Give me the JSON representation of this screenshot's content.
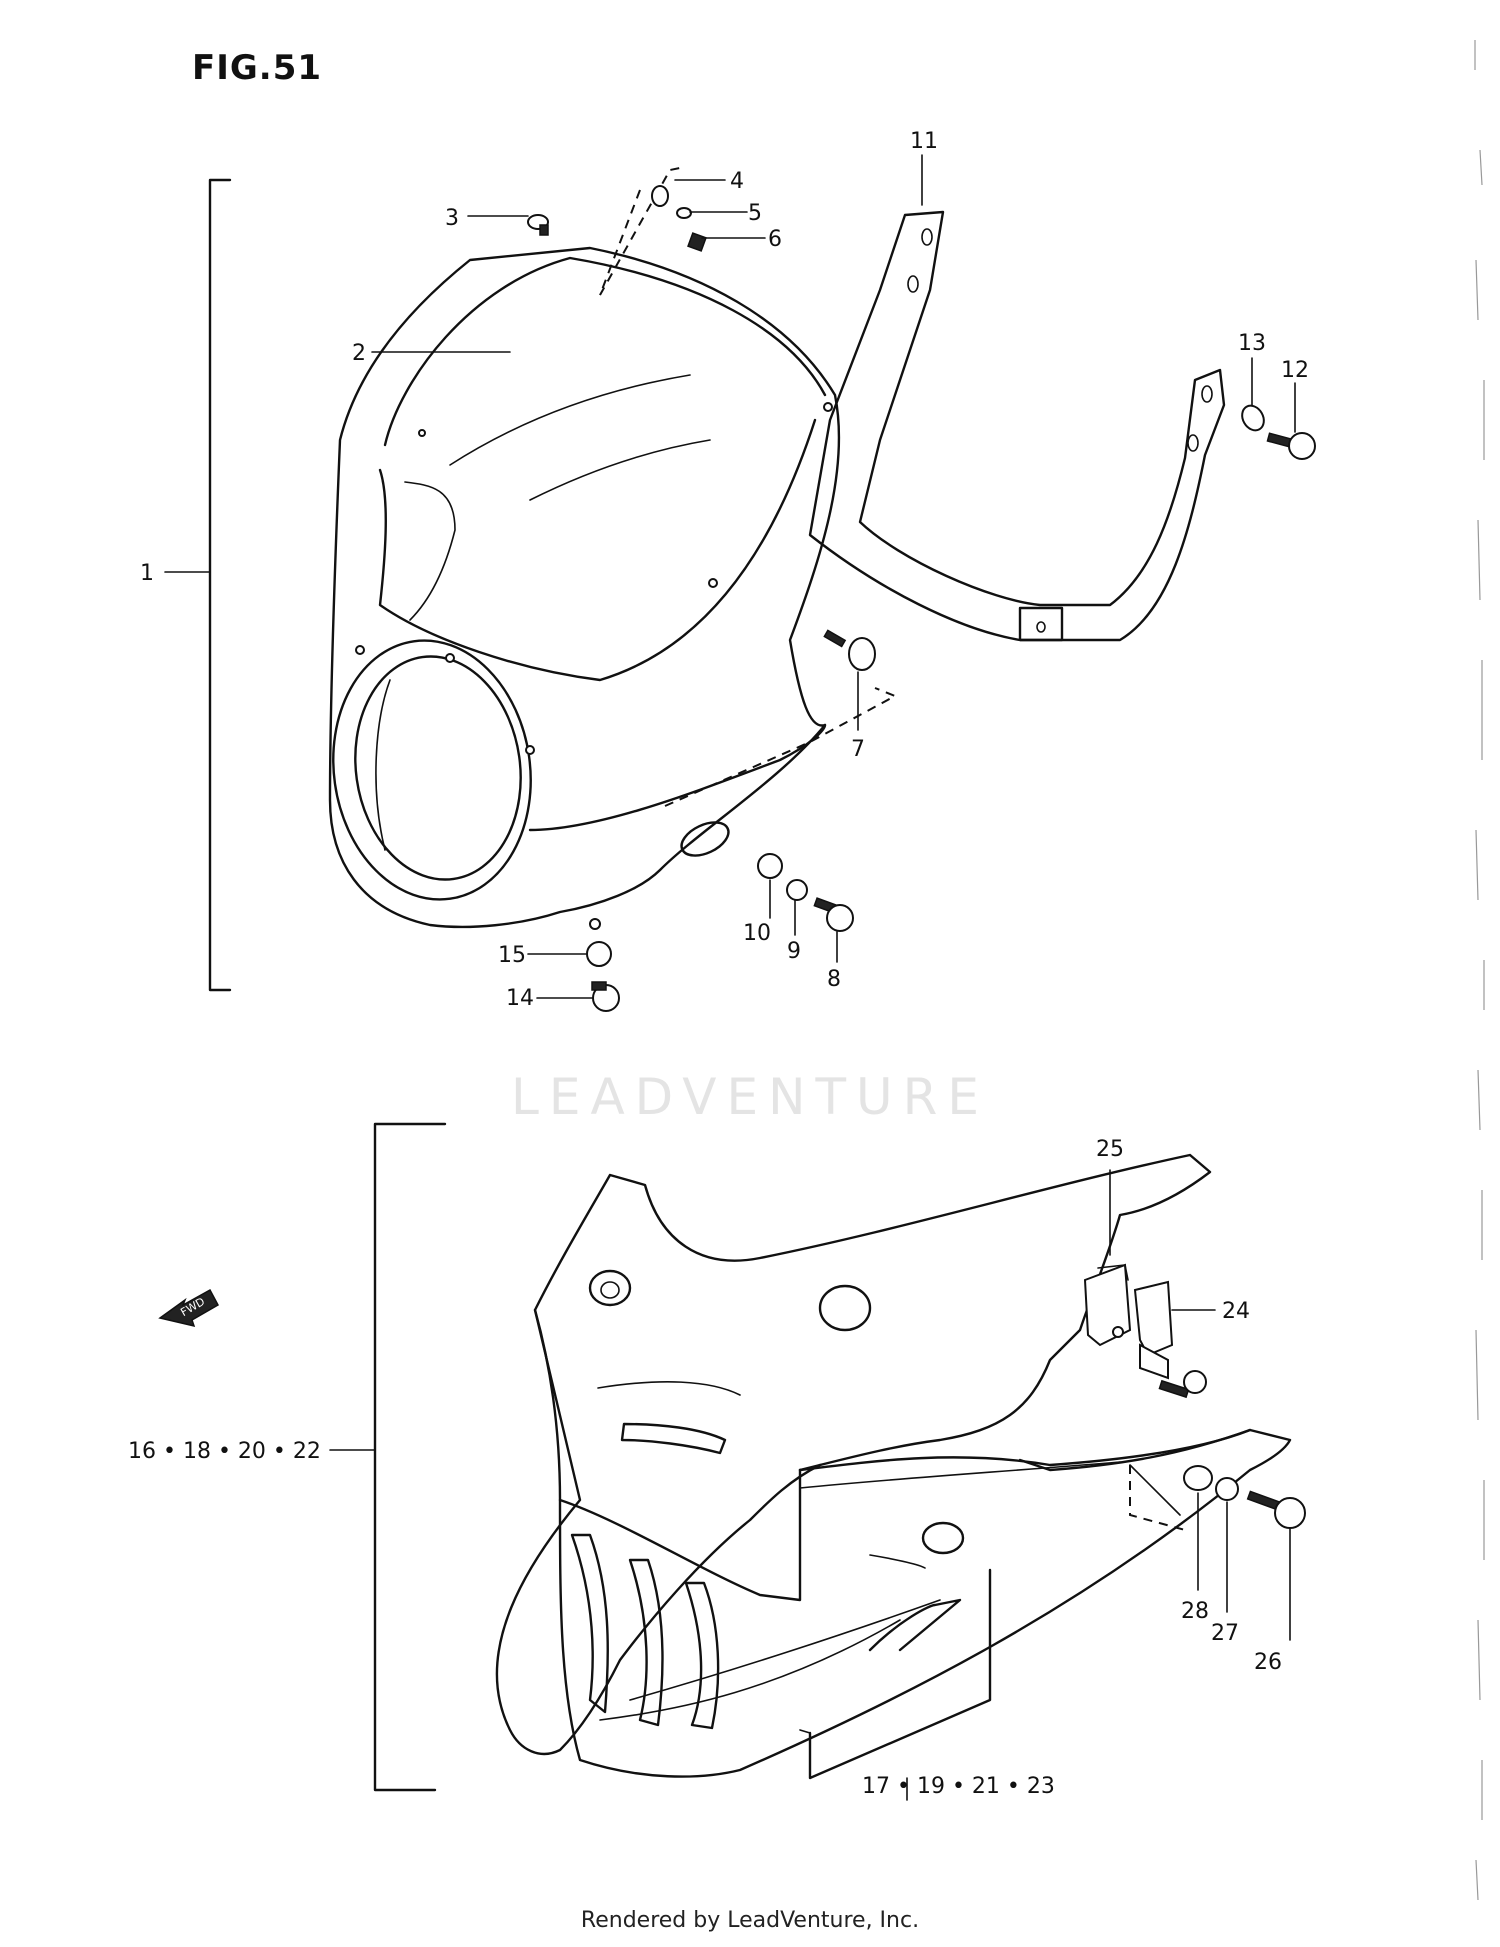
{
  "figure_title": "FIG.51",
  "watermark": "LEADVENTURE",
  "footer": "Rendered by LeadVenture, Inc.",
  "fwd_marker": "FWD",
  "callouts": {
    "c1": "1",
    "c2": "2",
    "c3": "3",
    "c4": "4",
    "c5": "5",
    "c6": "6",
    "c7": "7",
    "c8": "8",
    "c9": "9",
    "c10": "10",
    "c11": "11",
    "c12": "12",
    "c13": "13",
    "c14": "14",
    "c15": "15",
    "c16_18_20_22": "16 • 18 • 20 • 22",
    "c17_19_21_23": "17 • 19 • 21 • 23",
    "c24": "24",
    "c25": "25",
    "c26": "26",
    "c27": "27",
    "c28": "28"
  }
}
